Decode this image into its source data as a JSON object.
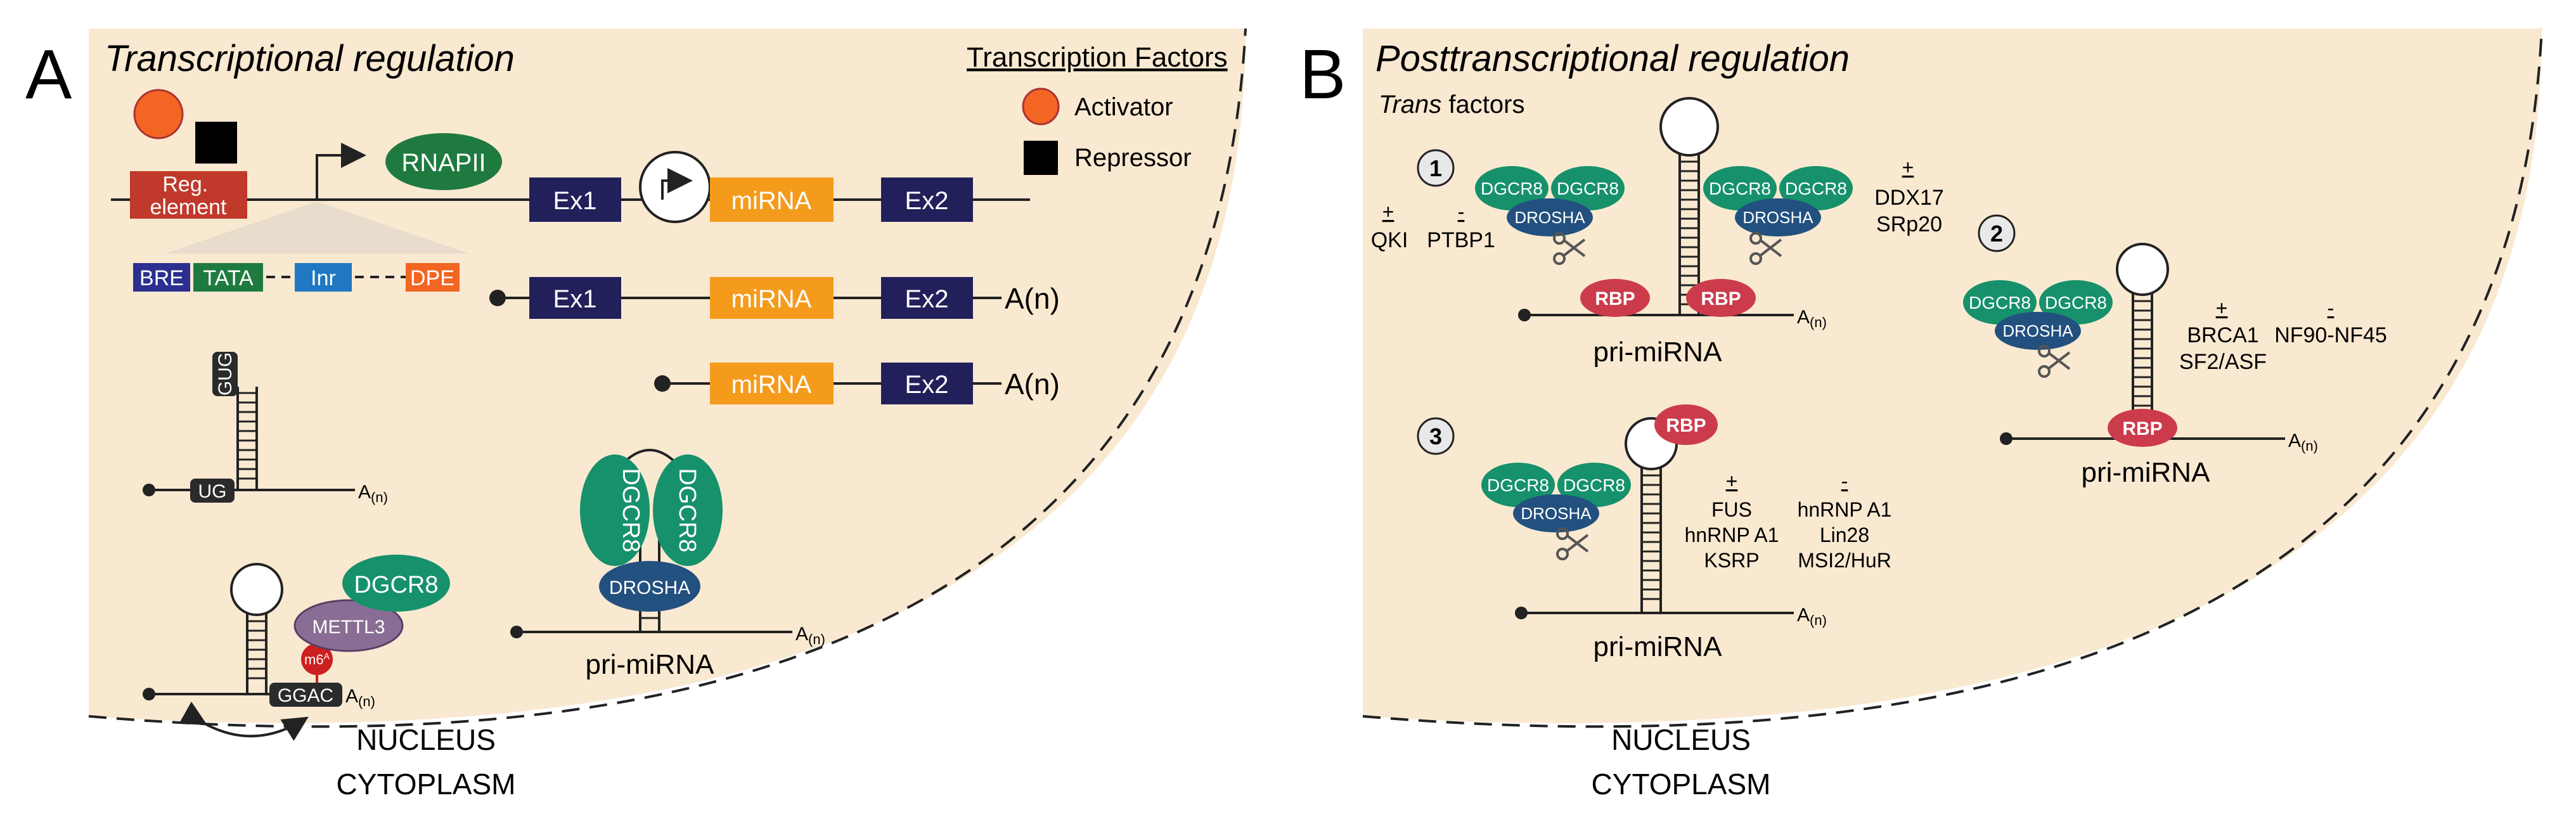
{
  "colors": {
    "nucleus_fill": "#f9e9d1",
    "activator": "#f26522",
    "repressor": "#000000",
    "reg_element": "#c0392b",
    "rnapii": "#1f7a3f",
    "exon": "#22205a",
    "mirna": "#f59b1c",
    "bre": "#2b2f8f",
    "tata": "#1f7a3f",
    "inr": "#1f78c1",
    "dpe": "#f26522",
    "dgcr8": "#16916b",
    "drosha": "#22507f",
    "mettl3": "#8a6d94",
    "m6a": "#cc1f1f",
    "rbp": "#cc3b4c",
    "motif_box": "#2b2b2b"
  },
  "panel_a": {
    "letter": "A",
    "title": "Transcriptional regulation",
    "legend_title": "Transcription Factors",
    "activator_label": "Activator",
    "repressor_label": "Repressor",
    "reg_element": "Reg. element",
    "rnapii": "RNAPII",
    "exon1": "Ex1",
    "exon2": "Ex2",
    "mirna": "miRNA",
    "polya": "A(n)",
    "promoter": {
      "bre": "BRE",
      "tata": "TATA",
      "inr": "Inr",
      "dpe": "DPE"
    },
    "hairpin": {
      "gug": "GUG",
      "ug": "UG",
      "ggac": "GGAC",
      "m6a": "m6",
      "a": "A",
      "n": "(n)",
      "dgcr8": "DGCR8",
      "mettl3": "METTL3"
    },
    "processor": {
      "dgcr8": "DGCR8",
      "drosha": "DROSHA",
      "pri_mirna": "pri-miRNA"
    },
    "nucleus": "NUCLEUS",
    "cytoplasm": "CYTOPLASM"
  },
  "panel_b": {
    "letter": "B",
    "title": "Posttranscriptional regulation",
    "trans": "Trans",
    "factors": "factors",
    "dgcr8": "DGCR8",
    "drosha": "DROSHA",
    "rbp": "RBP",
    "pri_mirna": "pri-miRNA",
    "a": "A",
    "n": "(n)",
    "plus": "+",
    "minus": "-",
    "section1": {
      "number": "1",
      "qki": "QKI",
      "ptbp1": "PTBP1",
      "ddx17": "DDX17",
      "srp20": "SRp20"
    },
    "section2": {
      "number": "2",
      "brca1": "BRCA1",
      "sf2_asf": "SF2/ASF",
      "nf90_nf45": "NF90-NF45"
    },
    "section3": {
      "number": "3",
      "positive": [
        "FUS",
        "hnRNP A1",
        "KSRP"
      ],
      "negative": [
        "hnRNP A1",
        "Lin28",
        "MSI2/HuR"
      ]
    },
    "nucleus": "NUCLEUS",
    "cytoplasm": "CYTOPLASM"
  }
}
